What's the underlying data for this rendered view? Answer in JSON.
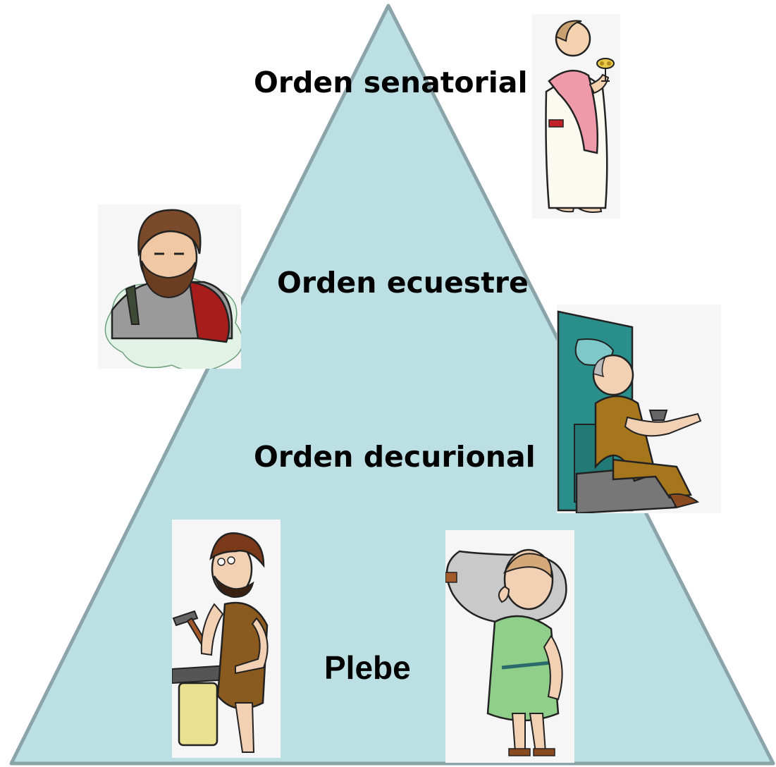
{
  "pyramid": {
    "fill": "#bbdfe3",
    "stroke": "#8aa4aa"
  },
  "levels": [
    {
      "label": "Orden senatorial"
    },
    {
      "label": "Orden ecuestre"
    },
    {
      "label": "Orden decurional"
    },
    {
      "label": "Plebe"
    }
  ],
  "illustrations": [
    {
      "icon": "senator-figure-icon"
    },
    {
      "icon": "knight-bust-icon"
    },
    {
      "icon": "decurion-seated-icon"
    },
    {
      "icon": "blacksmith-figure-icon"
    },
    {
      "icon": "porter-amphora-icon"
    }
  ]
}
